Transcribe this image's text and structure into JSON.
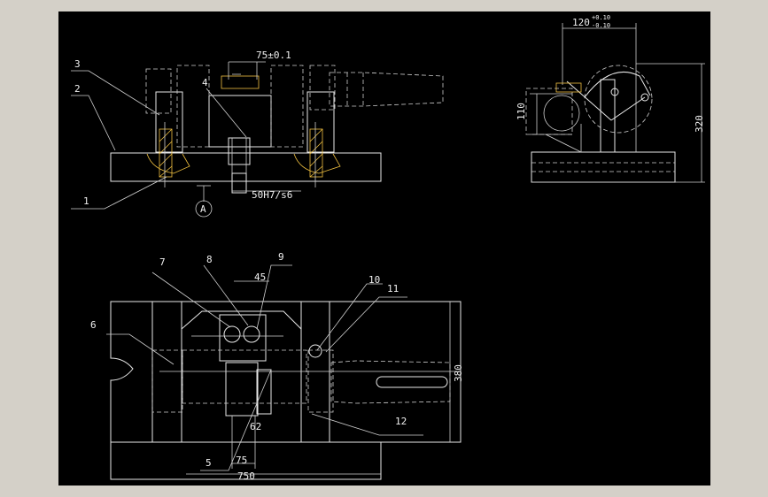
{
  "drawing": {
    "labels": {
      "p1": "1",
      "p2": "2",
      "p3": "3",
      "p4": "4",
      "p5": "5",
      "p6": "6",
      "p7": "7",
      "p8": "8",
      "p9": "9",
      "p10": "10",
      "p11": "11",
      "p12": "12"
    },
    "dims": {
      "d75": "75±0.1",
      "fit": "50H7/s6",
      "datum": "A",
      "d120": "120",
      "d120_tol_top": "+0.10",
      "d120_tol_bot": "-0.10",
      "d110": "110",
      "d320": "320",
      "d45": "45",
      "d380": "380",
      "d62": "62",
      "d75b": "75",
      "d750": "750"
    }
  }
}
